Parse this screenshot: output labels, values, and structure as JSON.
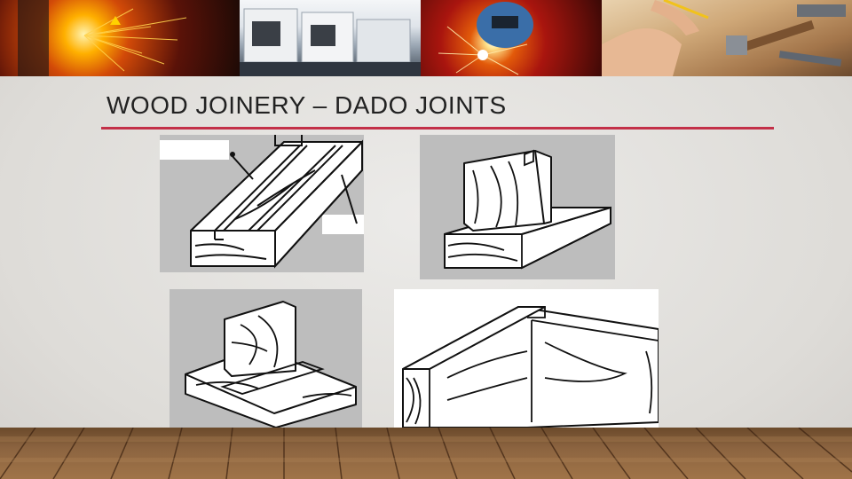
{
  "slide": {
    "title": "WOOD JOINERY – DADO JOINTS",
    "accent_color": "#c33048",
    "text_color": "#222222"
  },
  "banner": {
    "photos": [
      "sparks-grinding-photo",
      "industrial-machines-photo",
      "welding-photo",
      "woodworking-tools-photo"
    ]
  },
  "figures": [
    {
      "name": "dado-diagram-through"
    },
    {
      "name": "dado-diagram-board-in-groove"
    },
    {
      "name": "dado-diagram-stopped"
    },
    {
      "name": "dado-diagram-corner"
    }
  ],
  "floor": {
    "style": "wood-plank-floor"
  }
}
